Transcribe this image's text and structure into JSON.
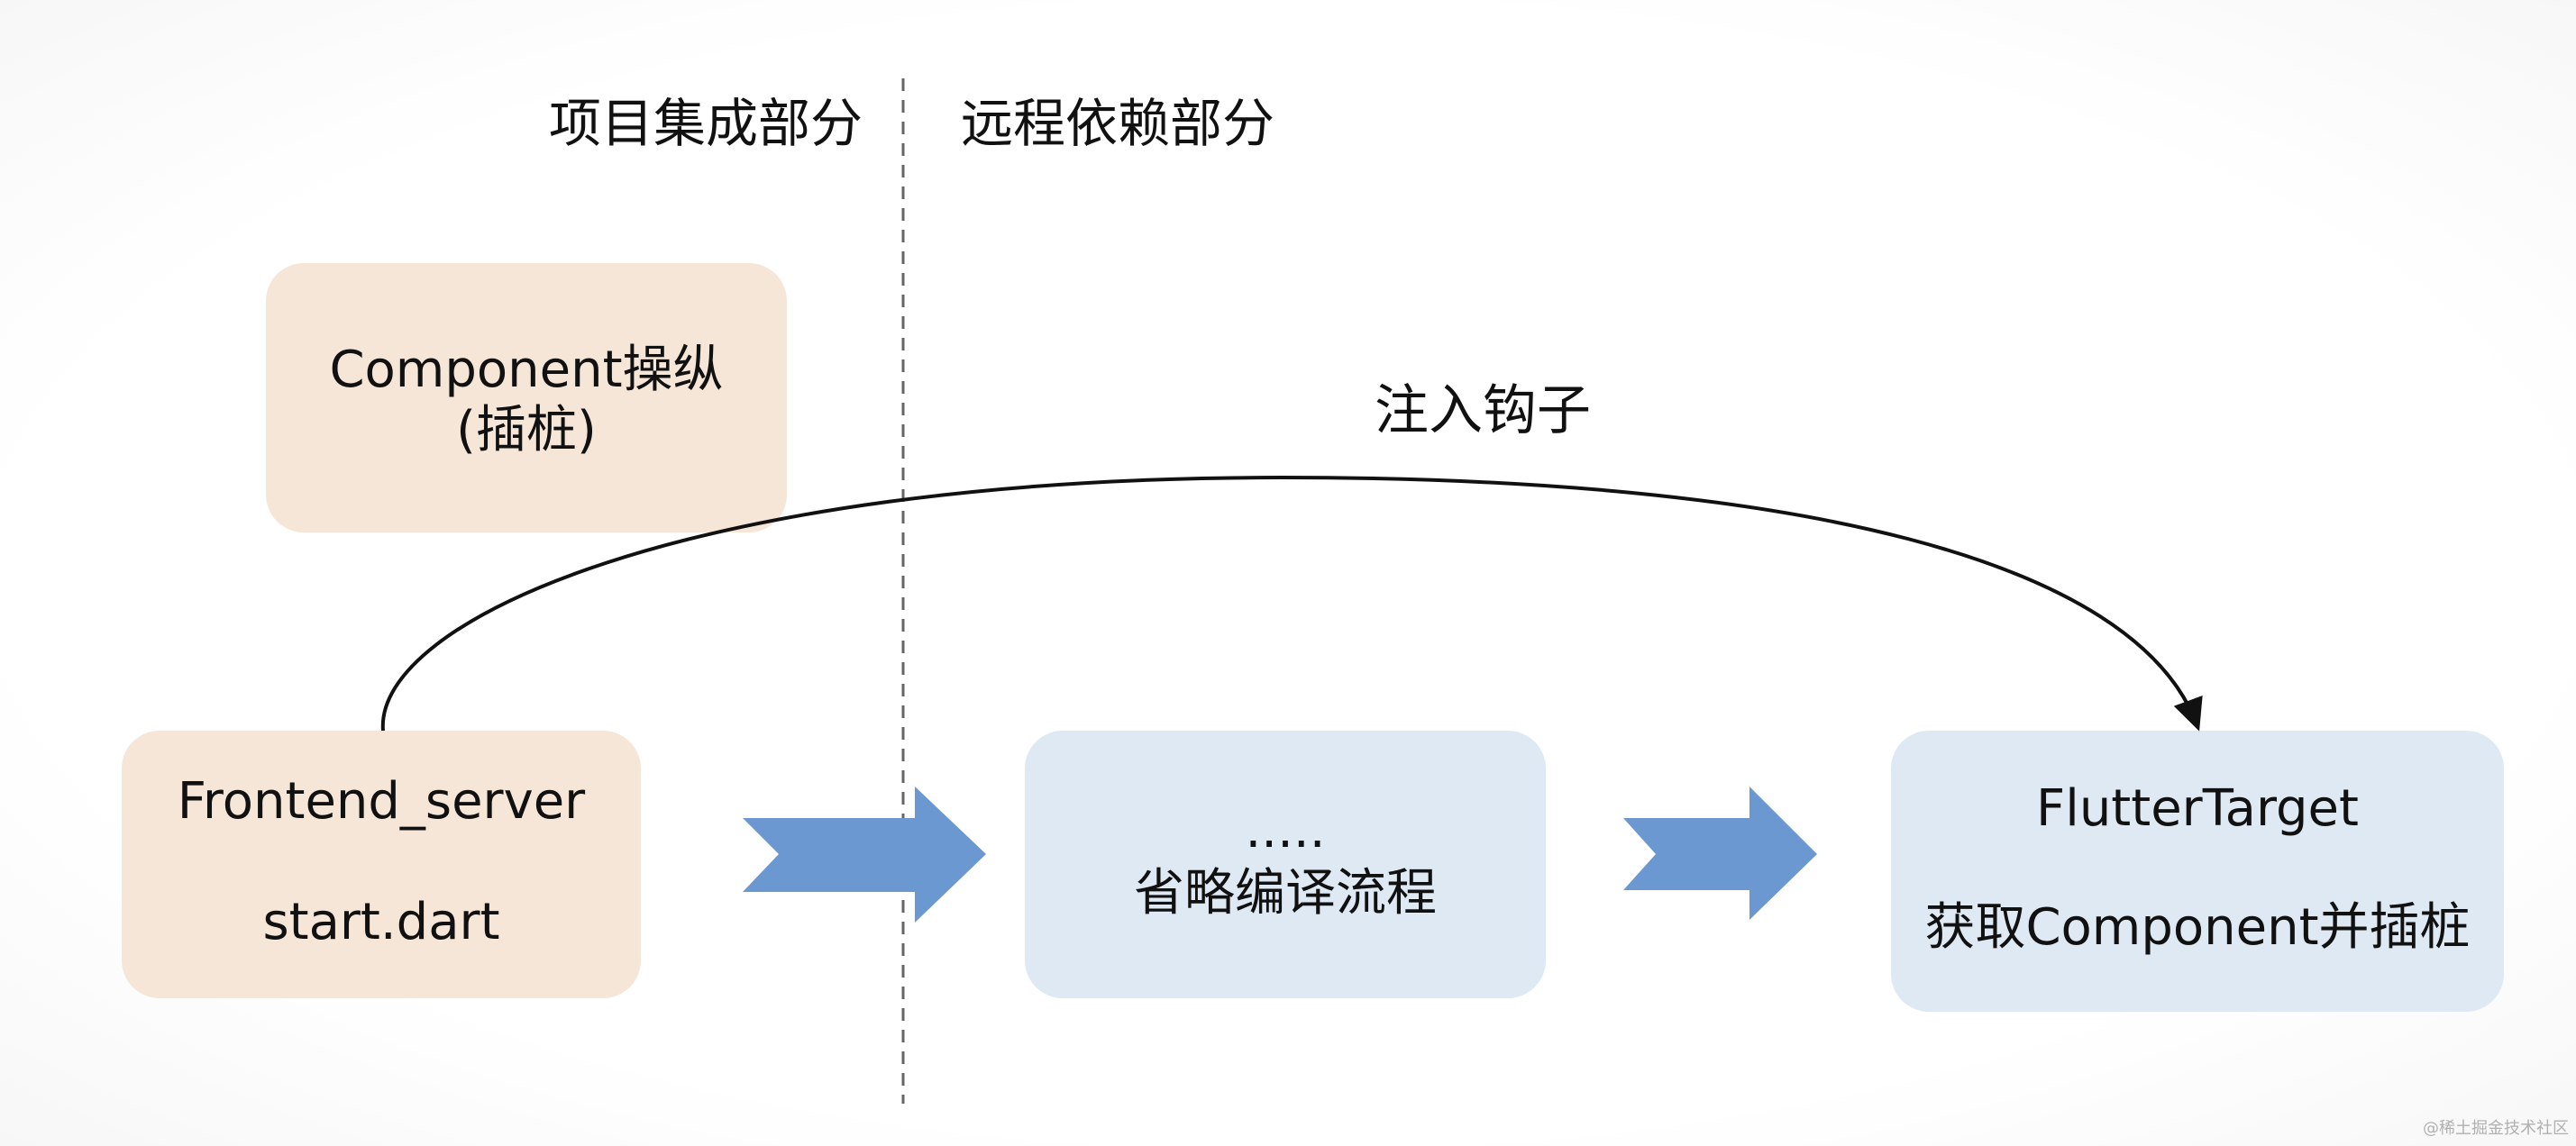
{
  "sections": {
    "left_label": "项目集成部分",
    "right_label": "远程依赖部分"
  },
  "hook": {
    "label": "注入钩子"
  },
  "boxes": {
    "component": {
      "line1": "Component操纵",
      "line2": "(插桩)"
    },
    "frontend": {
      "line1": "Frontend_server",
      "line2": "start.dart"
    },
    "omitted": {
      "line1": ".....",
      "line2": "省略编译流程"
    },
    "flutter": {
      "line1": "FlutterTarget",
      "line2": "获取Component并插桩"
    }
  },
  "watermark": "@稀土掘金技术社区",
  "colors": {
    "project_box": "#f6e6d8",
    "remote_box": "#dfe9f4",
    "flow_arrow": "#6b98d1",
    "hook_arrow": "#111111",
    "divider": "#666666"
  }
}
